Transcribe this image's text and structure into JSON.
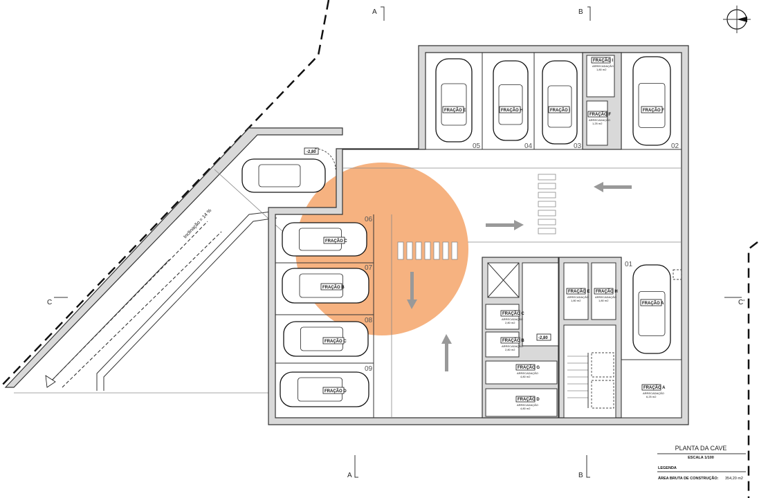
{
  "drawing": {
    "title": "PLANTA DA CAVE",
    "scale": "ESCALA 1/100",
    "legend_label": "LEGENDA",
    "area_label": "ÁREA BRUTA DE CONSTRUÇÃO:",
    "area_value": "354,20 m2",
    "watermark_color": "#f4a46a",
    "north_icon": "north-arrow-icon"
  },
  "sections": {
    "a": "A",
    "b": "B",
    "c": "C",
    "c_prime": "C'"
  },
  "ramp": {
    "slope": "Inclinação = 14 %",
    "level_top": "-2,80",
    "level_core": "-2,80"
  },
  "parking": [
    {
      "bay": "05",
      "label": "FRAÇÃO E"
    },
    {
      "bay": "04",
      "label": "FRAÇÃO H"
    },
    {
      "bay": "03",
      "label": "FRAÇÃO I"
    },
    {
      "bay": "02",
      "label": "FRAÇÃO F"
    },
    {
      "bay": "01",
      "label": "FRAÇÃO A"
    },
    {
      "bay": "06",
      "label": "FRAÇÃO C"
    },
    {
      "bay": "07",
      "label": "FRAÇÃO B"
    },
    {
      "bay": "08",
      "label": "FRAÇÃO C"
    },
    {
      "bay": "09",
      "label": "FRAÇÃO D"
    }
  ],
  "storage": [
    {
      "label": "FRAÇÃO I",
      "use": "ARRECADAÇÃO",
      "area": "1,80 m2"
    },
    {
      "label": "FRAÇÃO F",
      "use": "ARRECADAÇÃO",
      "area": "1,25 m2"
    },
    {
      "label": "FRAÇÃO E",
      "use": "ARRECADAÇÃO",
      "area": "1,80 m2"
    },
    {
      "label": "FRAÇÃO H",
      "use": "ARRECADAÇÃO",
      "area": "1,80 m2"
    },
    {
      "label": "FRAÇÃO C",
      "use": "ARRECADAÇÃO",
      "area": "2,80 m2"
    },
    {
      "label": "FRAÇÃO B",
      "use": "ARRECADAÇÃO",
      "area": "2,80 m2"
    },
    {
      "label": "FRAÇÃO G",
      "use": "ARRECADAÇÃO",
      "area": "4,80 m2"
    },
    {
      "label": "FRAÇÃO D",
      "use": "ARRECADAÇÃO",
      "area": "4,80 m2"
    },
    {
      "label": "FRAÇÃO A",
      "use": "ARRECADAÇÃO",
      "area": "6,25 m2"
    }
  ]
}
